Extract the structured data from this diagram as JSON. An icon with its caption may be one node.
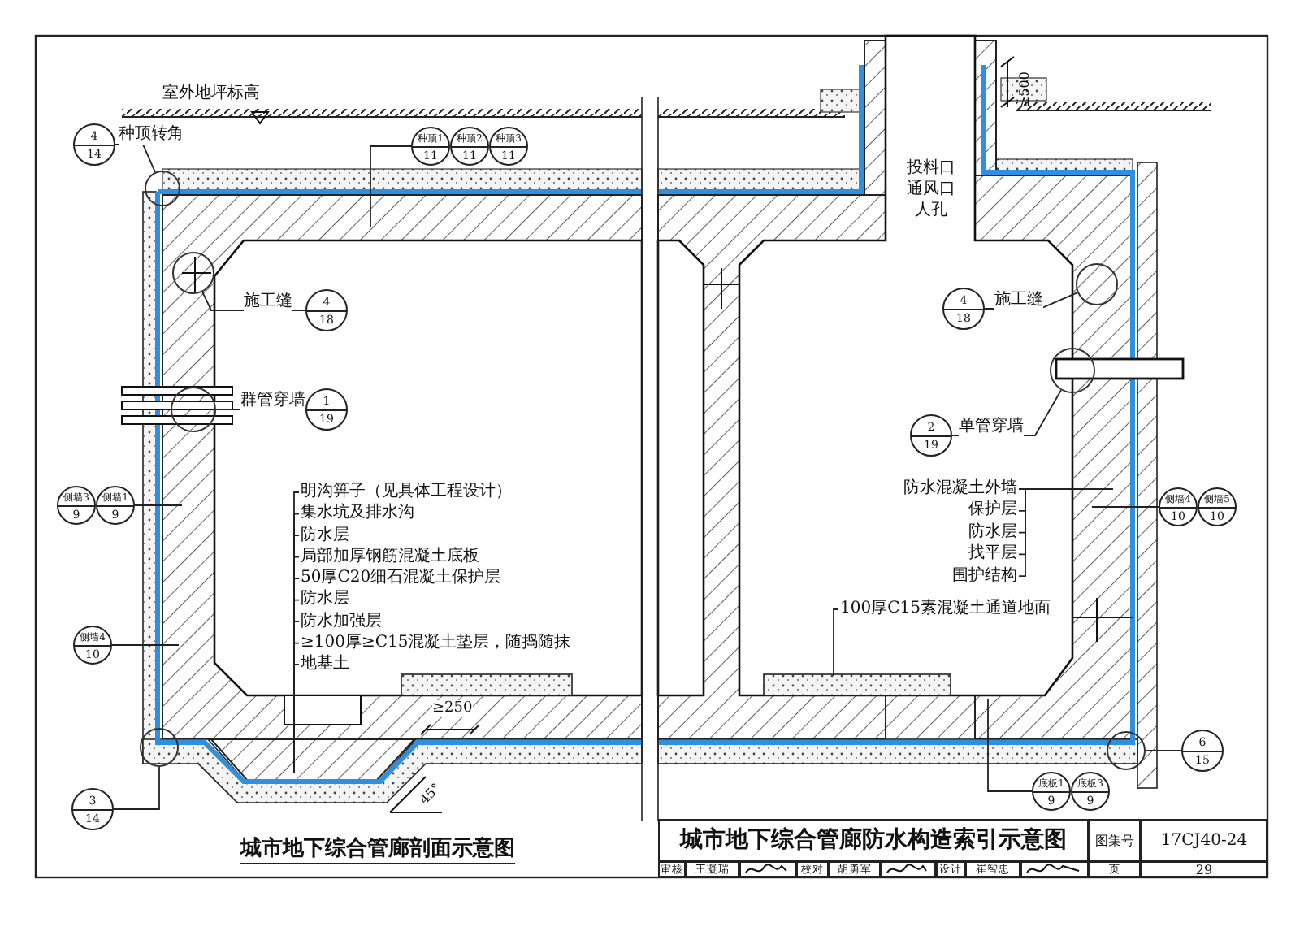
{
  "diagram": {
    "title": "城市地下综合管廊防水构造索引示意图",
    "caption": "城市地下综合管廊剖面示意图",
    "nodes": [
      {
        "text": [
          "4",
          "14"
        ]
      },
      {
        "text": [],
        "shape": "circle"
      },
      {
        "text": [
          "种顶1",
          "11"
        ]
      },
      {
        "text": [
          "种顶2",
          "11"
        ]
      },
      {
        "text": [
          "种顶3",
          "11"
        ]
      },
      {
        "text": [
          "4",
          "18"
        ]
      },
      {
        "text": [],
        "shape": "circle"
      },
      {
        "text": [
          "1",
          "19"
        ]
      },
      {
        "text": [],
        "shape": "circle"
      },
      {
        "text": [
          "侧墙3",
          "9"
        ]
      },
      {
        "text": [
          "侧墙1",
          "9"
        ]
      },
      {
        "text": [
          "侧墙4",
          "10"
        ]
      },
      {
        "text": [
          "3",
          "14"
        ]
      },
      {
        "text": [],
        "shape": "circle"
      },
      {
        "text": [
          "4",
          "18"
        ]
      },
      {
        "text": [],
        "shape": "circle"
      },
      {
        "text": [
          "2",
          "19"
        ]
      },
      {
        "text": [],
        "shape": "circle"
      },
      {
        "text": [
          "侧墙4",
          "10"
        ]
      },
      {
        "text": [
          "侧墙5",
          "10"
        ]
      },
      {
        "text": [
          "6",
          "15"
        ]
      },
      {
        "text": [],
        "shape": "circle"
      },
      {
        "text": [
          "底板1",
          "9"
        ]
      },
      {
        "text": [
          "底板3",
          "9"
        ]
      },
      {
        "text": [
          "明沟箅子（见具体工程设计）"
        ]
      },
      {
        "text": [
          "集水坑及排水沟"
        ]
      },
      {
        "text": [
          "防水层"
        ]
      },
      {
        "text": [
          "局部加厚钢筋混凝土底板"
        ]
      },
      {
        "text": [
          "50厚C20细石混凝土保护层"
        ]
      },
      {
        "text": [
          "防水层"
        ]
      },
      {
        "text": [
          "防水加强层"
        ]
      },
      {
        "text": [
          "≥100厚≥C15混凝土垫层，随捣随抹"
        ]
      },
      {
        "text": [
          "地基土"
        ]
      },
      {
        "text": [
          "防水混凝土外墙"
        ]
      },
      {
        "text": [
          "保护层"
        ]
      },
      {
        "text": [
          "防水层"
        ]
      },
      {
        "text": [
          "找平层"
        ]
      },
      {
        "text": [
          "围护结构"
        ]
      },
      {
        "text": [
          "100厚C15素混凝土通道地面"
        ]
      }
    ],
    "edges": [
      {
        "from": 0,
        "to": 1,
        "arrow": "none",
        "label": "种顶转角"
      },
      {
        "from": 2,
        "to": null,
        "arrow": "none"
      },
      {
        "from": 5,
        "to": 6,
        "arrow": "none",
        "label": "施工缝"
      },
      {
        "from": 7,
        "to": 8,
        "arrow": "none",
        "label": "群管穿墙"
      },
      {
        "from": 10,
        "to": null,
        "arrow": "none"
      },
      {
        "from": 11,
        "to": null,
        "arrow": "none"
      },
      {
        "from": 12,
        "to": 13,
        "arrow": "none"
      },
      {
        "from": 14,
        "to": 15,
        "arrow": "none",
        "label": "施工缝"
      },
      {
        "from": 16,
        "to": 17,
        "arrow": "none",
        "label": "单管穿墙"
      },
      {
        "from": 18,
        "to": null,
        "arrow": "none"
      },
      {
        "from": 20,
        "to": 21,
        "arrow": "none"
      },
      {
        "from": 22,
        "to": null,
        "arrow": "none"
      },
      {
        "from": 24,
        "to": null,
        "arrow": "none"
      },
      {
        "from": 25,
        "to": null,
        "arrow": "none"
      },
      {
        "from": 26,
        "to": null,
        "arrow": "none"
      },
      {
        "from": 27,
        "to": null,
        "arrow": "none"
      },
      {
        "from": 28,
        "to": null,
        "arrow": "none"
      },
      {
        "from": 29,
        "to": null,
        "arrow": "none"
      },
      {
        "from": 30,
        "to": null,
        "arrow": "none"
      },
      {
        "from": 31,
        "to": null,
        "arrow": "none"
      },
      {
        "from": 32,
        "to": null,
        "arrow": "none"
      },
      {
        "from": 33,
        "to": null,
        "arrow": "none"
      },
      {
        "from": 34,
        "to": null,
        "arrow": "none"
      },
      {
        "from": 35,
        "to": null,
        "arrow": "none"
      },
      {
        "from": 36,
        "to": null,
        "arrow": "none"
      },
      {
        "from": 37,
        "to": null,
        "arrow": "none"
      },
      {
        "from": 38,
        "to": null,
        "arrow": "none"
      }
    ],
    "labels": [
      "室外地坪标高",
      "≥500",
      "投料口",
      "通风口",
      "人孔",
      "≥250",
      "45°",
      "图集号",
      "17CJ40-24",
      "审核",
      "王凝瑞",
      "校对",
      "胡勇军",
      "设计",
      "崔智忠",
      "页",
      "29"
    ]
  }
}
